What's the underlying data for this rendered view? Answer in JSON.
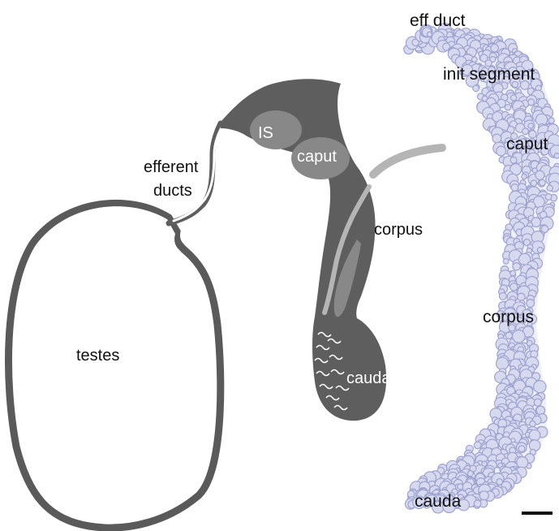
{
  "diagram": {
    "labels": {
      "efferent_ducts_line1": "efferent",
      "efferent_ducts_line2": "ducts",
      "testes": "testes",
      "is": "IS",
      "caput": "caput",
      "corpus": "corpus",
      "cauda": "cauda"
    }
  },
  "micrograph": {
    "labels": {
      "eff_duct": "eff duct",
      "init_segment": "init segment",
      "caput": "caput",
      "corpus": "corpus",
      "cauda": "cauda"
    }
  },
  "colors": {
    "epididymis_dark": "#5e5e5e",
    "epididymis_light": "#888888",
    "vas_light": "#b5b5b5",
    "outline": "#5a5a5a",
    "tissue": "#9fa3cf",
    "tissue_fill": "#d7d9ef"
  }
}
